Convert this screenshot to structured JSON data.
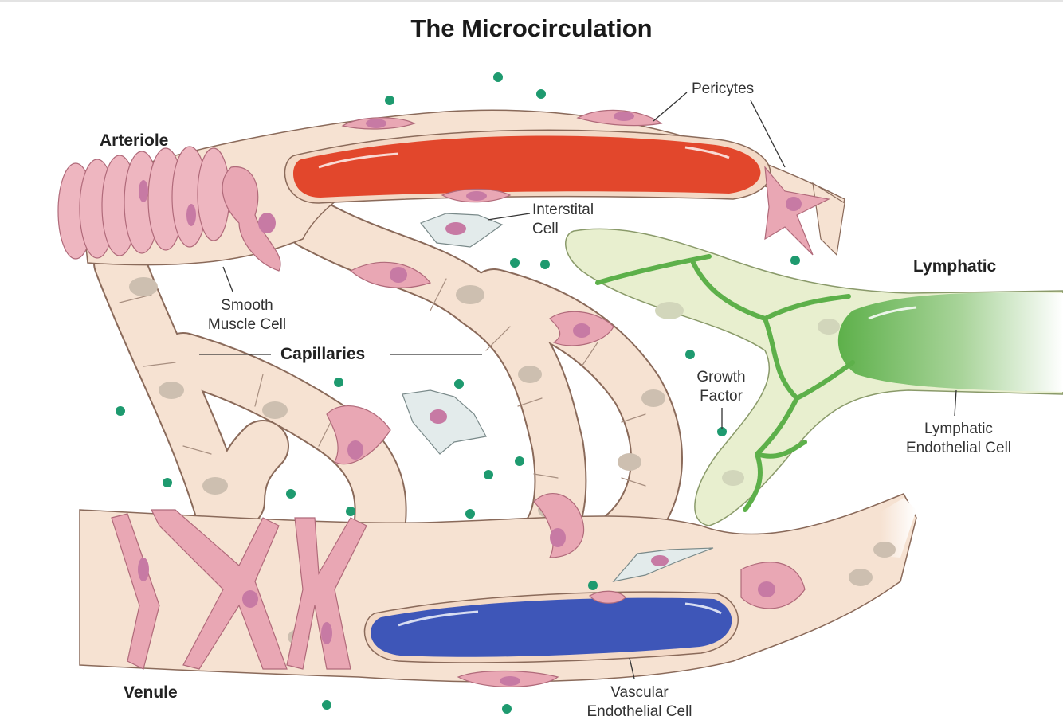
{
  "title": "The Microcirculation",
  "labels": {
    "arteriole": "Arteriole",
    "venule": "Venule",
    "lymphatic": "Lymphatic",
    "capillaries": "Capillaries",
    "pericytes": "Pericytes",
    "interstitial_cell_line1": "Interstital",
    "interstitial_cell_line2": "Cell",
    "smooth_muscle_line1": "Smooth",
    "smooth_muscle_line2": "Muscle Cell",
    "growth_factor_line1": "Growth",
    "growth_factor_line2": "Factor",
    "lymphatic_endothelial_line1": "Lymphatic",
    "lymphatic_endothelial_line2": "Endothelial Cell",
    "vascular_endothelial_line1": "Vascular",
    "vascular_endothelial_line2": "Endothelial Cell"
  },
  "colors": {
    "vessel_fill": "#f6e2d2",
    "vessel_stroke": "#8a6a5a",
    "pericyte": "#e9a7b4",
    "nucleus": "#c77aa4",
    "endo_nucleus": "#cdbfb0",
    "red_blood": "#e2472c",
    "blue_blood": "#3e56b8",
    "lymph_fill": "#e8efcf",
    "lymph_green": "#5db04a",
    "interstitial": "#e3ebeb",
    "growth_factor": "#1e9a6f"
  }
}
